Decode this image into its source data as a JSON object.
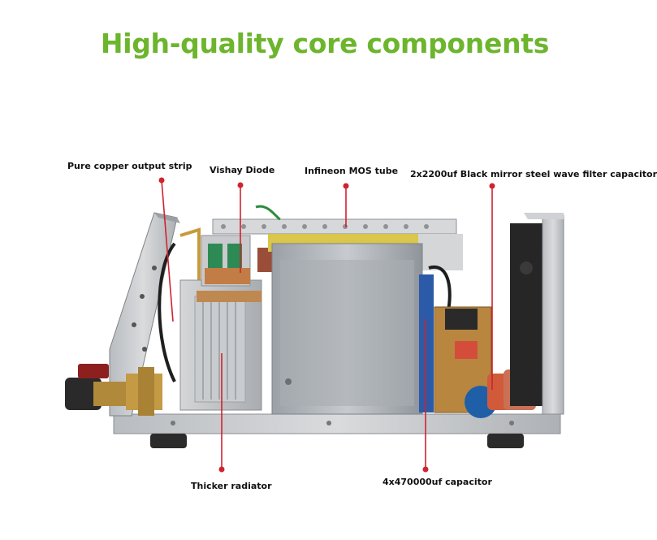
{
  "title": "High-quality core components",
  "callouts": {
    "copper_strip": "Pure copper output strip",
    "vishay_diode": "Vishay Diode",
    "infineon_mos": "Infineon MOS tube",
    "filter_capacitor": "2x2200uf Black mirror steel wave filter capacitor",
    "radiator": "Thicker radiator",
    "capacitor_470000": "4x470000uf capacitor"
  },
  "colors": {
    "title": "#6cb52d",
    "callout_line": "#d0222f",
    "label": "#111111"
  }
}
